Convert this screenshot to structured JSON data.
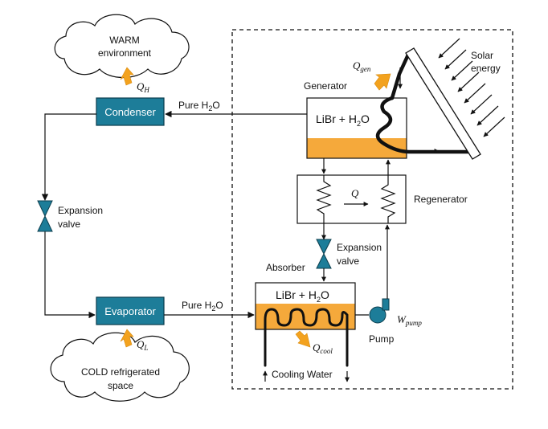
{
  "warm_env": {
    "line1": "WARM",
    "line2": "environment"
  },
  "cold_space": {
    "line1": "COLD refrigerated",
    "line2": "space"
  },
  "condenser": {
    "label": "Condenser"
  },
  "evaporator": {
    "label": "Evaporator"
  },
  "generator": {
    "title": "Generator",
    "content": "LiBr + H",
    "content_sub": "2",
    "content_end": "O"
  },
  "absorber": {
    "title": "Absorber",
    "content": "LiBr + H",
    "content_sub": "2",
    "content_end": "O"
  },
  "regenerator": {
    "label": "Regenerator",
    "q": "Q"
  },
  "expansion_valve_left": {
    "line1": "Expansion",
    "line2": "valve"
  },
  "expansion_valve_right": {
    "line1": "Expansion",
    "line2": "valve"
  },
  "pure_water_top": {
    "text": "Pure H",
    "sub": "2",
    "end": "O"
  },
  "pure_water_bottom": {
    "text": "Pure H",
    "sub": "2",
    "end": "O"
  },
  "heat": {
    "qh": {
      "sym": "Q",
      "sub": "H"
    },
    "ql": {
      "sym": "Q",
      "sub": "L"
    },
    "qgen": {
      "sym": "Q",
      "sub": "gen"
    },
    "qcool": {
      "sym": "Q",
      "sub": "cool"
    },
    "wpump": {
      "sym": "W",
      "sub": "pump"
    }
  },
  "pump": {
    "label": "Pump"
  },
  "cooling_water": {
    "label": "Cooling Water"
  },
  "solar": {
    "line1": "Solar",
    "line2": "energy"
  },
  "colors": {
    "component": "#1d7d99",
    "solution": "#f5a93b",
    "heat_arrow": "#f3a21e",
    "line": "#111111"
  }
}
